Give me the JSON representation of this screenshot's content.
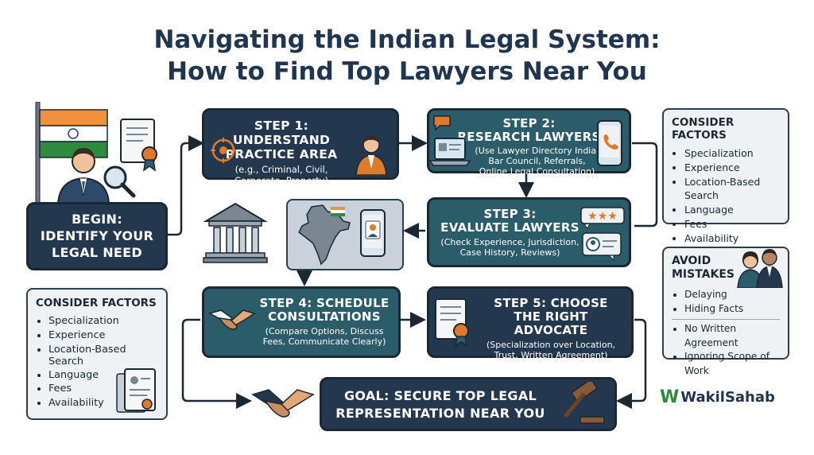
{
  "title": {
    "line1": "Navigating the Indian Legal System:",
    "line2": "How to Find Top Lawyers Near You"
  },
  "begin": {
    "label_line1": "BEGIN:",
    "label_line2": "IDENTIFY YOUR",
    "label_line3": "LEGAL NEED"
  },
  "step1": {
    "title_line1": "STEP 1: UNDERSTAND",
    "title_line2": "PRACTICE AREA",
    "sub_line1": "(e.g., Criminal, Civil,",
    "sub_line2": "Corporate, Property)"
  },
  "step2": {
    "title_line1": "STEP 2:",
    "title_line2": "RESEARCH LAWYERS",
    "sub_line1": "(Use Lawyer Directory India,",
    "sub_line2": "Bar Council, Referrals,",
    "sub_line3": "Online Legal Consultation)"
  },
  "step3": {
    "title_line1": "STEP 3:",
    "title_line2": "EVALUATE LAWYERS",
    "sub_line1": "(Check Experience, Jurisdiction,",
    "sub_line2": "Case History, Reviews)"
  },
  "step4": {
    "title_line1": "STEP 4: SCHEDULE",
    "title_line2": "CONSULTATIONS",
    "sub_line1": "(Compare Options, Discuss",
    "sub_line2": "Fees, Communicate Clearly)"
  },
  "step5": {
    "title_line1": "STEP 5: CHOOSE",
    "title_line2": "THE RIGHT ADVOCATE",
    "sub_line1": "(Specialization over Location,",
    "sub_line2": "Trust, Written Agreement)"
  },
  "goal": {
    "line1": "GOAL: SECURE TOP LEGAL",
    "line2": "REPRESENTATION NEAR YOU"
  },
  "factors_right": {
    "heading": "CONSIDER FACTORS",
    "items": [
      "Specialization",
      "Experience",
      "Location-Based Search",
      "Language",
      "Fees",
      "Availability"
    ]
  },
  "factors_left": {
    "heading": "CONSIDER FACTORS",
    "items": [
      "Specialization",
      "Experience",
      "Location-Based Search",
      "Language",
      "Fees",
      "Availability"
    ]
  },
  "mistakes": {
    "heading_line1": "AVOID",
    "heading_line2": "MISTAKES",
    "items": [
      "Delaying",
      "Hiding Facts",
      "No Written Agreement",
      "Ignoring Scope of Work"
    ]
  },
  "logo": {
    "mark": "W",
    "text": "WakilSahab"
  },
  "colors": {
    "navy": "#23384f",
    "teal": "#2b5c6a",
    "accent": "#e07a2b",
    "flag_saffron": "#f2913d",
    "flag_green": "#2e8b3d"
  }
}
